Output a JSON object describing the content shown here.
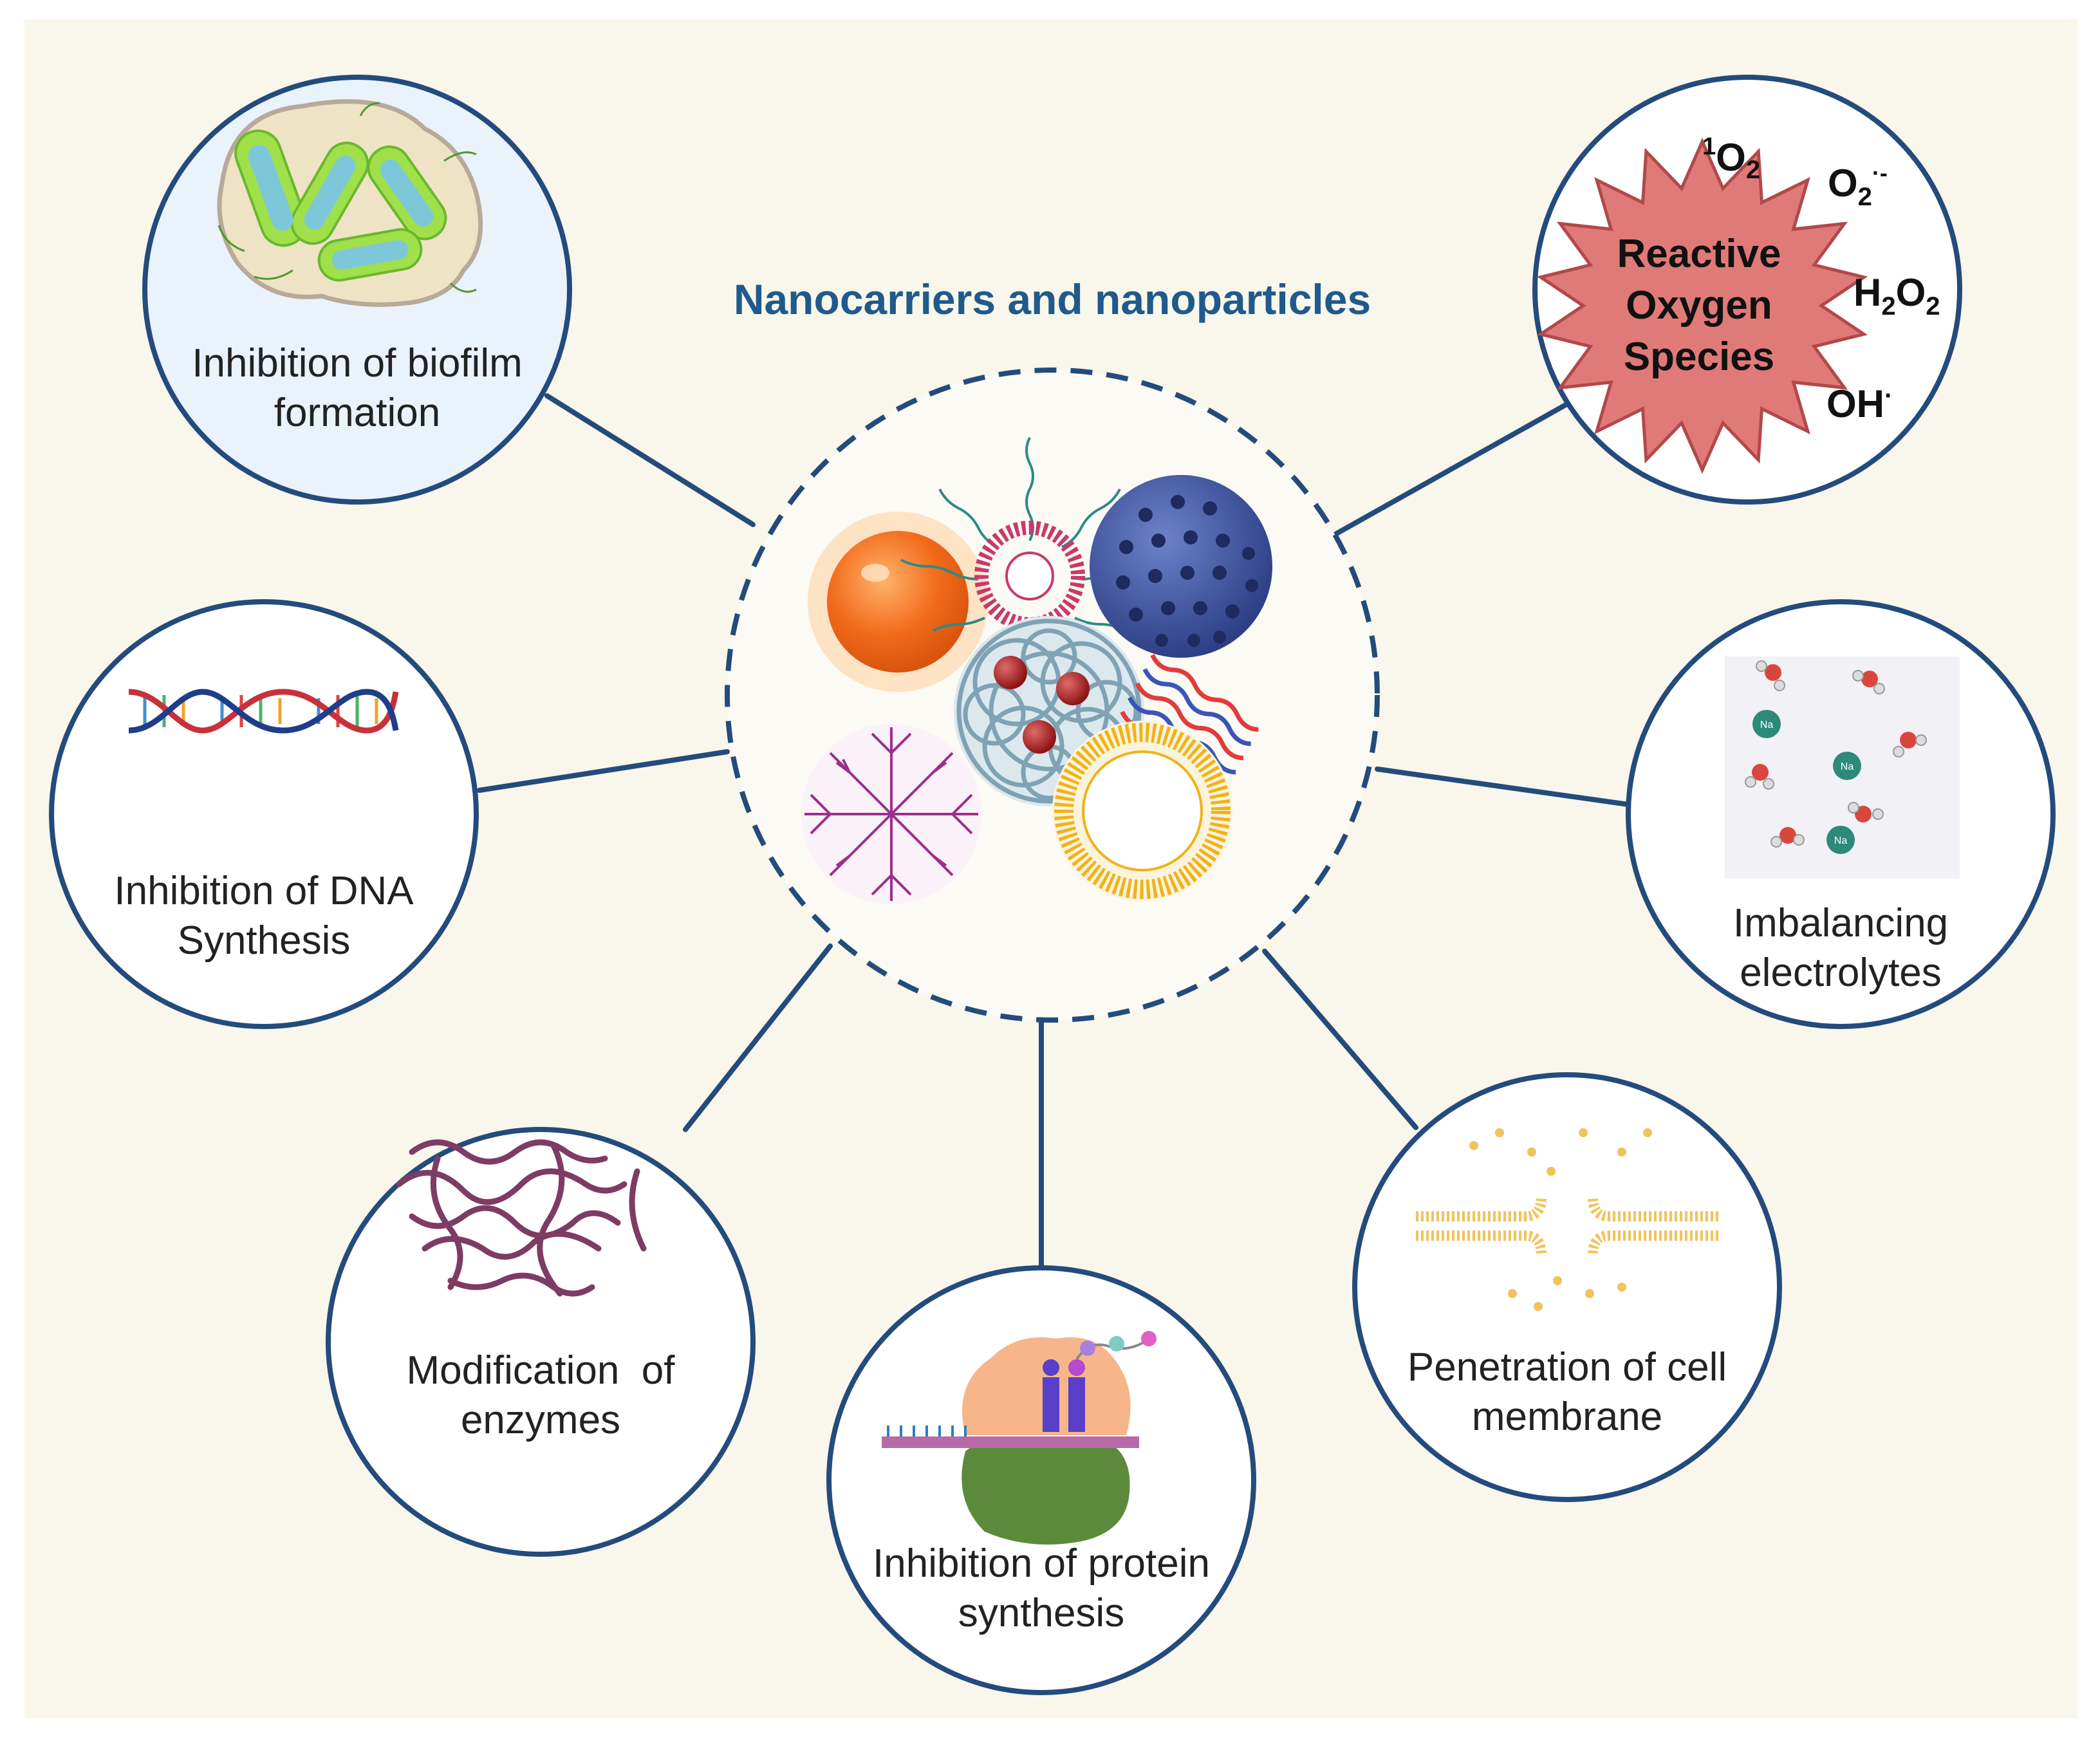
{
  "title": "Nanocarriers and nanoparticles",
  "colors": {
    "background": "#f9f6ec",
    "line": "#234b7c",
    "title": "#1f5a8c"
  },
  "mechanisms": [
    {
      "id": "biofilm",
      "line1": "Inhibition of biofilm",
      "line2": "formation",
      "icon": "bacteria-biofilm-icon"
    },
    {
      "id": "ros",
      "line1": "Reactive",
      "line2": "Oxygen",
      "line3": "Species",
      "icon": "ros-starburst-icon"
    },
    {
      "id": "dna",
      "line1": "Inhibition of DNA",
      "line2": "Synthesis",
      "icon": "dna-helix-icon"
    },
    {
      "id": "electrolytes",
      "line1": "Imbalancing",
      "line2": "electrolytes",
      "icon": "electrolyte-ions-icon"
    },
    {
      "id": "enzymes",
      "line1": "Modification  of",
      "line2": "enzymes",
      "icon": "enzyme-protein-icon"
    },
    {
      "id": "protein",
      "line1": "Inhibition of protein",
      "line2": "synthesis",
      "icon": "ribosome-icon"
    },
    {
      "id": "membrane",
      "line1": "Penetration of cell",
      "line2": "membrane",
      "icon": "cell-membrane-icon"
    }
  ],
  "ros_species": {
    "singlet_oxygen": {
      "sup": "1",
      "base": "O",
      "sub": "2"
    },
    "superoxide": {
      "base": "O",
      "sub": "2",
      "sup": "·-"
    },
    "hydrogen_peroxide": {
      "a": "H",
      "b": "2",
      "c": "O",
      "d": "2"
    },
    "hydroxyl": {
      "base": "OH",
      "sup": "·"
    }
  },
  "ion_label": "Na"
}
